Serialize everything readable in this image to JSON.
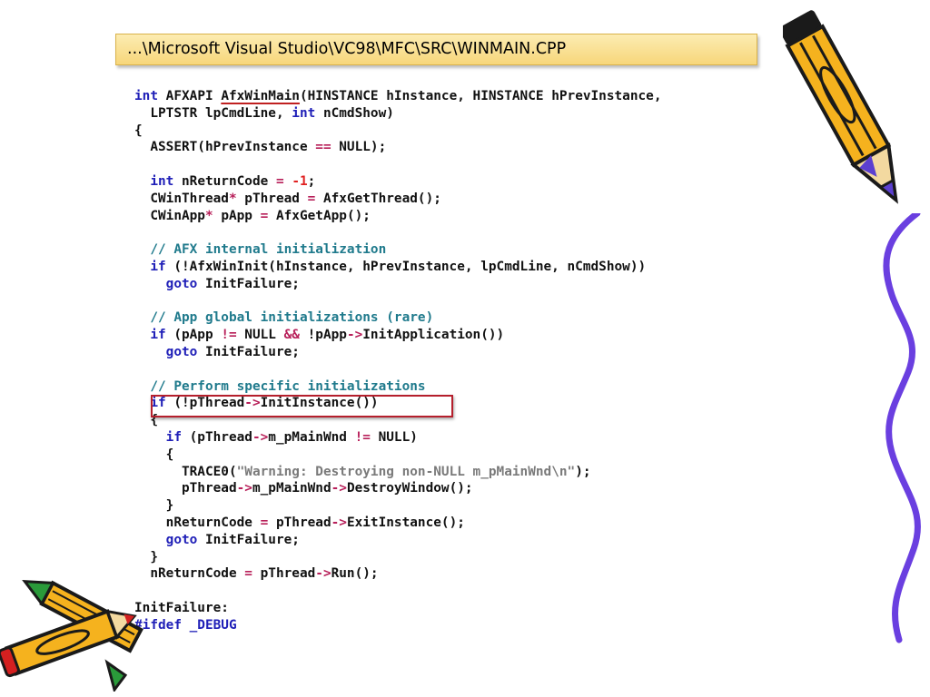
{
  "title": {
    "path": "...\\Microsoft Visual Studio\\VC98\\MFC\\SRC\\WINMAIN.CPP"
  },
  "code": {
    "lines": [
      [
        {
          "t": "int",
          "c": "keyword"
        },
        {
          "t": " AFXAPI "
        },
        {
          "t": "AfxWinMain",
          "c": "underline"
        },
        {
          "t": "(HINSTANCE hInstance, HINSTANCE hPrevInstance,"
        }
      ],
      [
        {
          "t": "  LPTSTR lpCmdLine, "
        },
        {
          "t": "int",
          "c": "keyword"
        },
        {
          "t": " nCmdShow)"
        }
      ],
      [
        {
          "t": "{"
        }
      ],
      [
        {
          "t": "  ASSERT(hPrevInstance "
        },
        {
          "t": "==",
          "c": "op"
        },
        {
          "t": " NULL);"
        }
      ],
      [
        {
          "t": ""
        }
      ],
      [
        {
          "t": "  "
        },
        {
          "t": "int",
          "c": "keyword"
        },
        {
          "t": " nReturnCode "
        },
        {
          "t": "=",
          "c": "op"
        },
        {
          "t": " "
        },
        {
          "t": "-1",
          "c": "number"
        },
        {
          "t": ";"
        }
      ],
      [
        {
          "t": "  CWinThread"
        },
        {
          "t": "*",
          "c": "op"
        },
        {
          "t": " pThread "
        },
        {
          "t": "=",
          "c": "op"
        },
        {
          "t": " AfxGetThread();"
        }
      ],
      [
        {
          "t": "  CWinApp"
        },
        {
          "t": "*",
          "c": "op"
        },
        {
          "t": " pApp "
        },
        {
          "t": "=",
          "c": "op"
        },
        {
          "t": " AfxGetApp();"
        }
      ],
      [
        {
          "t": ""
        }
      ],
      [
        {
          "t": "  // AFX internal initialization",
          "c": "comment"
        }
      ],
      [
        {
          "t": "  "
        },
        {
          "t": "if",
          "c": "keyword"
        },
        {
          "t": " (!AfxWinInit(hInstance, hPrevInstance, lpCmdLine, nCmdShow))"
        }
      ],
      [
        {
          "t": "    "
        },
        {
          "t": "goto",
          "c": "keyword"
        },
        {
          "t": " InitFailure;"
        }
      ],
      [
        {
          "t": ""
        }
      ],
      [
        {
          "t": "  // App global initializations (rare)",
          "c": "comment"
        }
      ],
      [
        {
          "t": "  "
        },
        {
          "t": "if",
          "c": "keyword"
        },
        {
          "t": " (pApp "
        },
        {
          "t": "!=",
          "c": "op"
        },
        {
          "t": " NULL "
        },
        {
          "t": "&&",
          "c": "op"
        },
        {
          "t": " !pApp"
        },
        {
          "t": "->",
          "c": "op"
        },
        {
          "t": "InitApplication())"
        }
      ],
      [
        {
          "t": "    "
        },
        {
          "t": "goto",
          "c": "keyword"
        },
        {
          "t": " InitFailure;"
        }
      ],
      [
        {
          "t": ""
        }
      ],
      [
        {
          "t": "  // Perform specific initializations",
          "c": "comment"
        }
      ],
      [
        {
          "t": "  "
        },
        {
          "t": "if",
          "c": "keyword"
        },
        {
          "t": " (!pThread"
        },
        {
          "t": "->",
          "c": "op"
        },
        {
          "t": "InitInstance())"
        }
      ],
      [
        {
          "t": "  {"
        }
      ],
      [
        {
          "t": "    "
        },
        {
          "t": "if",
          "c": "keyword"
        },
        {
          "t": " (pThread"
        },
        {
          "t": "->",
          "c": "op"
        },
        {
          "t": "m_pMainWnd "
        },
        {
          "t": "!=",
          "c": "op"
        },
        {
          "t": " NULL)"
        }
      ],
      [
        {
          "t": "    {"
        }
      ],
      [
        {
          "t": "      TRACE0("
        },
        {
          "t": "\"Warning: Destroying non-NULL m_pMainWnd\\n\"",
          "c": "string"
        },
        {
          "t": ");"
        }
      ],
      [
        {
          "t": "      pThread"
        },
        {
          "t": "->",
          "c": "op"
        },
        {
          "t": "m_pMainWnd"
        },
        {
          "t": "->",
          "c": "op"
        },
        {
          "t": "DestroyWindow();"
        }
      ],
      [
        {
          "t": "    }"
        }
      ],
      [
        {
          "t": "    nReturnCode "
        },
        {
          "t": "=",
          "c": "op"
        },
        {
          "t": " pThread"
        },
        {
          "t": "->",
          "c": "op"
        },
        {
          "t": "ExitInstance();"
        }
      ],
      [
        {
          "t": "    "
        },
        {
          "t": "goto",
          "c": "keyword"
        },
        {
          "t": " InitFailure;"
        }
      ],
      [
        {
          "t": "  }"
        }
      ],
      [
        {
          "t": "  nReturnCode "
        },
        {
          "t": "=",
          "c": "op"
        },
        {
          "t": " pThread"
        },
        {
          "t": "->",
          "c": "op"
        },
        {
          "t": "Run();"
        }
      ],
      [
        {
          "t": ""
        }
      ],
      [
        {
          "t": "InitFailure:"
        }
      ],
      [
        {
          "t": "#ifdef _DEBUG",
          "c": "keyword"
        }
      ]
    ]
  },
  "icons": {
    "top_right": "pencil-icon",
    "right_edge": "squiggle-decoration",
    "bottom_left": "crayons-icon"
  },
  "colors": {
    "keyword": "#2020b8",
    "comment": "#1f7a8c",
    "string": "#7a7a7a",
    "number": "#e02020",
    "highlight_border": "#b51f2c",
    "title_bar": "#f7d67a"
  }
}
